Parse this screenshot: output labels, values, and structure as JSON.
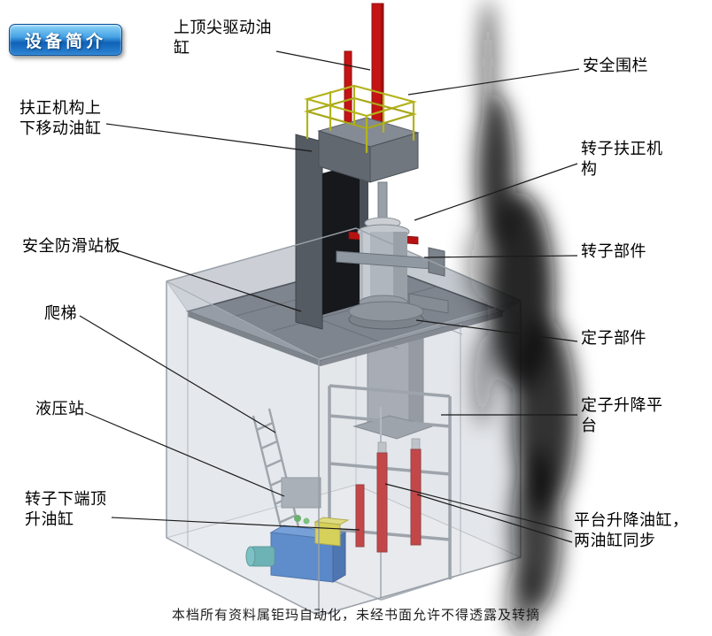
{
  "page": {
    "badge": "设备简介",
    "watermark": "本档所有资料属钜玛自动化，未经书面允许不得透露及转摘"
  },
  "labels": {
    "top_spindle_cylinder": "上顶尖驱动油缸",
    "safety_fence": "安全围栏",
    "centering_lift_cylinder": "扶正机构上下移动油缸",
    "rotor_centering_mech": "转子扶正机构",
    "anti_slip_platform": "安全防滑站板",
    "rotor_part": "转子部件",
    "ladder": "爬梯",
    "stator_part": "定子部件",
    "hydraulic_station": "液压站",
    "stator_lift_platform": "定子升降平台",
    "rotor_bottom_jack_cylinder": "转子下端顶升油缸",
    "platform_lift_cylinders": "平台升降油缸，两油缸同步"
  },
  "colors": {
    "badge_blue": "#1565c0",
    "cylinder_red": "#c41414",
    "railing_yellow": "#b3b31c",
    "pump_blue": "#2f6cc2",
    "structure_gray": "#858b94",
    "platform_gray": "#7f858e"
  }
}
